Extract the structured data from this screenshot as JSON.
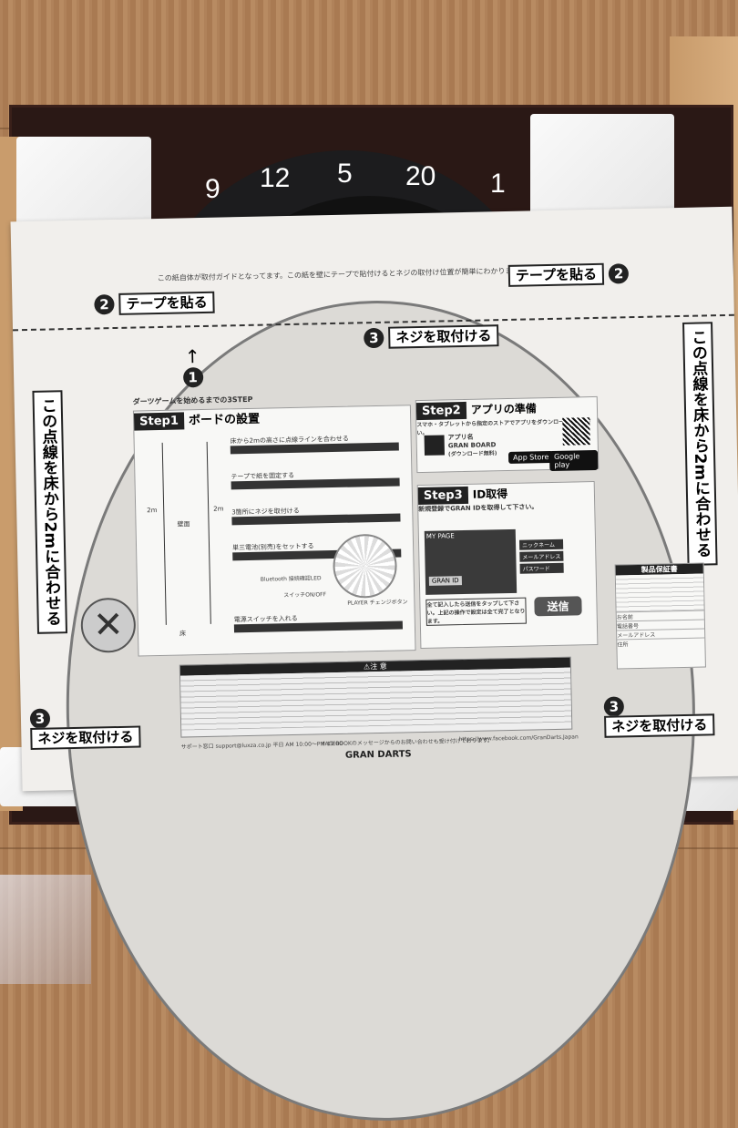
{
  "dartboard": {
    "numbers": [
      "9",
      "12",
      "5",
      "20",
      "1"
    ]
  },
  "guide": {
    "top_note": "この紙自体が取付ガイドとなってます。この紙を壁にテープで貼付けるとネジの取付け位置が簡単にわかります。",
    "tape_label": "テープを貼る",
    "tape_num": "2",
    "screw_label": "ネジを取付ける",
    "screw_num": "3",
    "line_label": "この点線を床から2mに合わせる",
    "line_num": "1"
  },
  "steps": {
    "title": "ダーツゲームを始めるまでの3STEP",
    "step1": {
      "head": "Step1",
      "title": "ボードの設置",
      "items": [
        "床から2mの高さに点線ラインを合わせる",
        "テープで紙を固定する",
        "3箇所にネジを取付ける",
        "単三電池(別売)をセットする",
        "電源スイッチを入れる"
      ],
      "labels": {
        "height": "2m",
        "wall": "壁面",
        "floor": "床",
        "switch": "スイッチON/OFF",
        "player": "PLAYER チェンジボタン",
        "bluetooth": "Bluetooth 接続確認LED"
      }
    },
    "step2": {
      "head": "Step2",
      "title": "アプリの準備",
      "desc": "スマホ・タブレットから指定のストアでアプリをダウンロードして下さい。",
      "app_label": "アプリ名",
      "app_name": "GRAN BOARD",
      "app_note": "(ダウンロード無料)",
      "appstore": "App Store",
      "googleplay": "Google play"
    },
    "step3": {
      "head": "Step3",
      "title": "ID取得",
      "desc": "新規登録でGRAN IDを取得して下さい。",
      "mypage": "MY PAGE",
      "granid": "GRAN ID",
      "fields": [
        "ニックネーム",
        "メールアドレス",
        "パスワード"
      ],
      "submit": "送信",
      "note": "全て記入したら送信をタップして下さい。上記の操作で設定は全て完了となります。"
    }
  },
  "caution": {
    "title": "⚠注 意"
  },
  "footer": {
    "support": "サポート窓口 support@luxza.co.jp 平日 AM 10:00〜PM 19:00",
    "facebook_note": "FACEBOOKのメッセージからのお問い合わせも受け付けております。",
    "facebook_url": "https://www.facebook.com/GranDarts.Japan",
    "brand": "GRAN DARTS"
  },
  "warranty": {
    "title": "製品保証書",
    "fields": [
      "お名前",
      "電話番号",
      "メールアドレス",
      "住所"
    ]
  }
}
